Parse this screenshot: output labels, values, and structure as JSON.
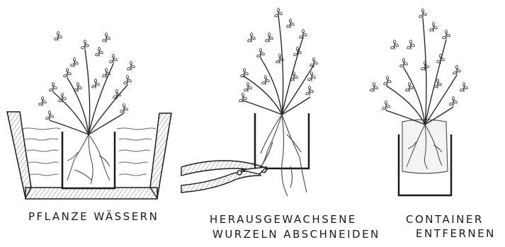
{
  "steps": [
    {
      "id": "step-1",
      "caption_lines": [
        "PFLANZE WÄSSERN"
      ]
    },
    {
      "id": "step-2",
      "caption_lines": [
        "HERAUSGEWACHSENE",
        "WURZELN ABSCHNEIDEN"
      ]
    },
    {
      "id": "step-3",
      "caption_lines": [
        "CONTAINER",
        "ENTFERNEN"
      ]
    }
  ],
  "colors": {
    "ink": "#1a1a1a",
    "pencil": "#555555",
    "shade": "#8a8a8a",
    "background": "#ffffff"
  },
  "icons": [
    "plant-icon",
    "planter-box-icon",
    "water-icon",
    "container-icon",
    "roots-icon",
    "pruning-shears-icon",
    "soil-rootball-icon"
  ]
}
